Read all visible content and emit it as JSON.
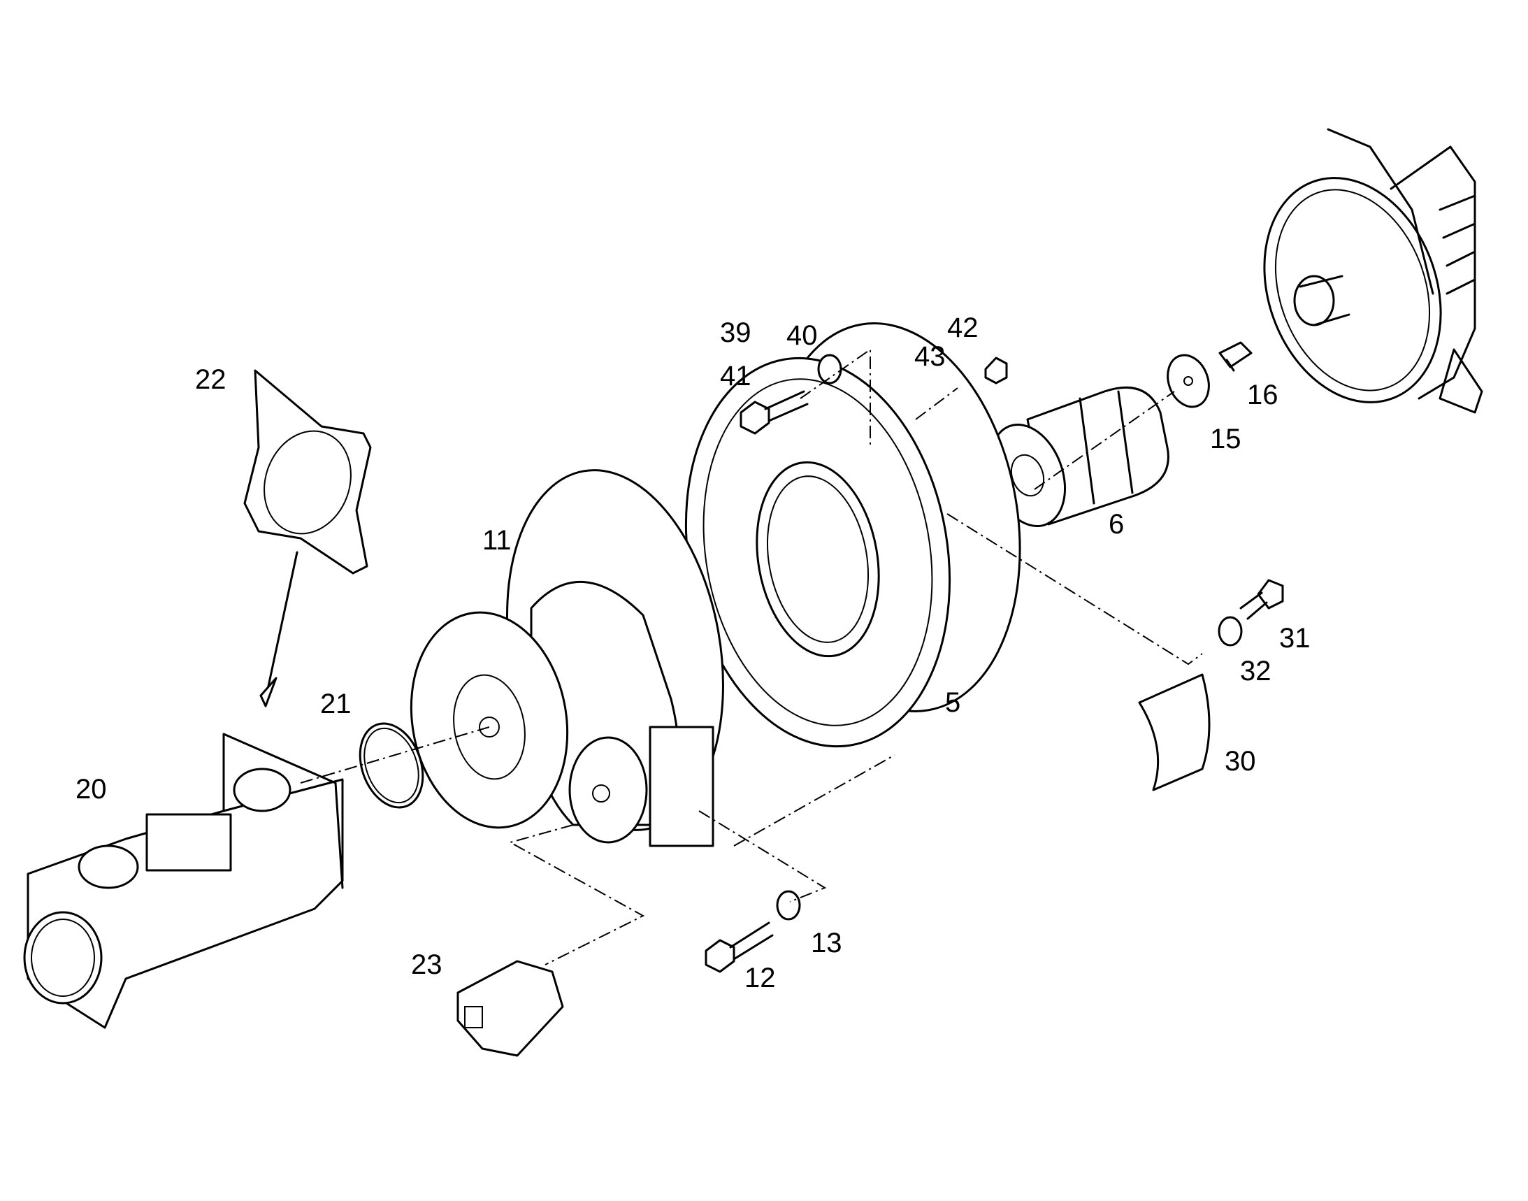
{
  "diagram": {
    "type": "exploded-parts-drawing",
    "part_labels": {
      "p5": "5",
      "p6": "6",
      "p11": "11",
      "p12": "12",
      "p13": "13",
      "p15": "15",
      "p16": "16",
      "p20": "20",
      "p21": "21",
      "p22": "22",
      "p23": "23",
      "p30": "30",
      "p31": "31",
      "p32": "32",
      "p39": "39",
      "p40": "40",
      "p41": "41",
      "p42": "42",
      "p43": "43"
    }
  }
}
